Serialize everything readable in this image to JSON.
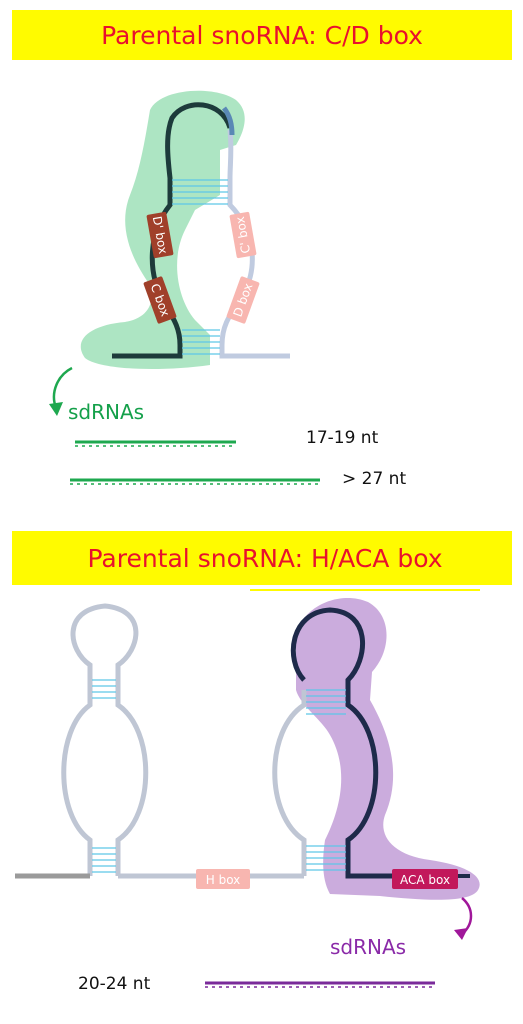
{
  "panel_cd": {
    "title": "Parental snoRNA: C/D box",
    "d_prime_box": "D' box",
    "c_box": "C box",
    "c_prime_box": "C' box",
    "d_box": "D box",
    "sdrnas_label": "sdRNAs",
    "len_short": "17-19 nt",
    "len_long": "> 27 nt"
  },
  "panel_haca": {
    "title": "Parental snoRNA: H/ACA box",
    "h_box": "H box",
    "aca_box": "ACA box",
    "sdrnas_label": "sdRNAs",
    "len": "20-24 nt"
  },
  "colors": {
    "banner_bg": "#fffb00",
    "banner_text": "#e8112d",
    "green_region": "#9fe0b8",
    "purple_region": "#c5a3d9",
    "cd_strand_dark": "#1d3b3b",
    "haca_strand_dark": "#1e2a4a",
    "light_strand": "#c0cbe0",
    "base_pairs": "#5ec6e8",
    "box_dark": "#a0402a",
    "box_light": "#f8b6b0",
    "aca_box": "#c2185b",
    "green_line": "#1ea84f",
    "purple_line": "#7a2a9a"
  }
}
